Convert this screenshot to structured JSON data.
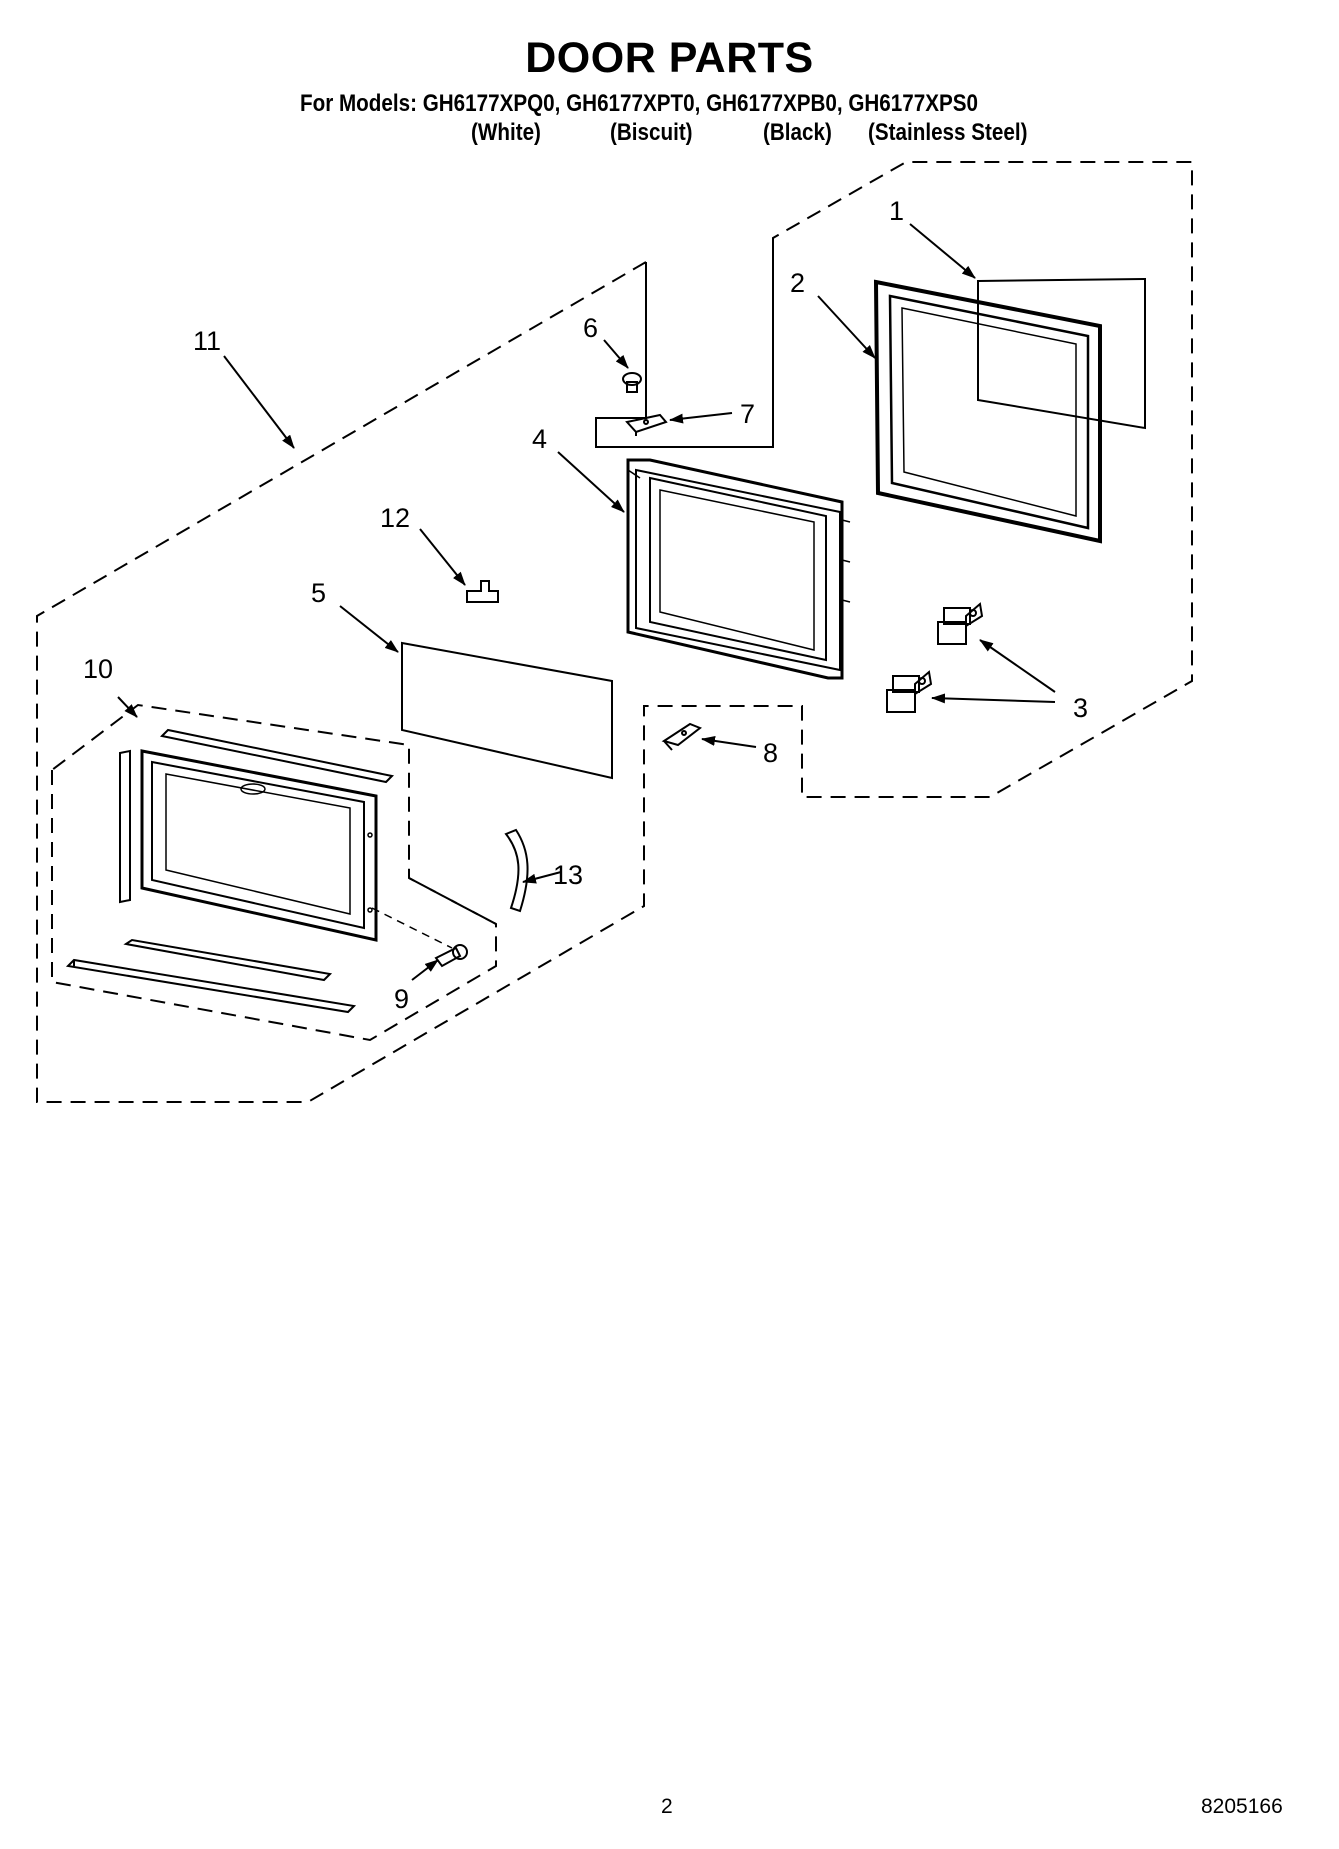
{
  "header": {
    "title": "DOOR PARTS",
    "models_line": "For Models: GH6177XPQ0, GH6177XPT0, GH6177XPB0, GH6177XPS0",
    "colors": [
      "(White)",
      "(Biscuit)",
      "(Black)",
      "(Stainless Steel)"
    ]
  },
  "callouts": [
    "1",
    "2",
    "3",
    "4",
    "5",
    "6",
    "7",
    "8",
    "9",
    "10",
    "11",
    "12",
    "13"
  ],
  "footer": {
    "page_number": "2",
    "document_number": "8205166"
  }
}
